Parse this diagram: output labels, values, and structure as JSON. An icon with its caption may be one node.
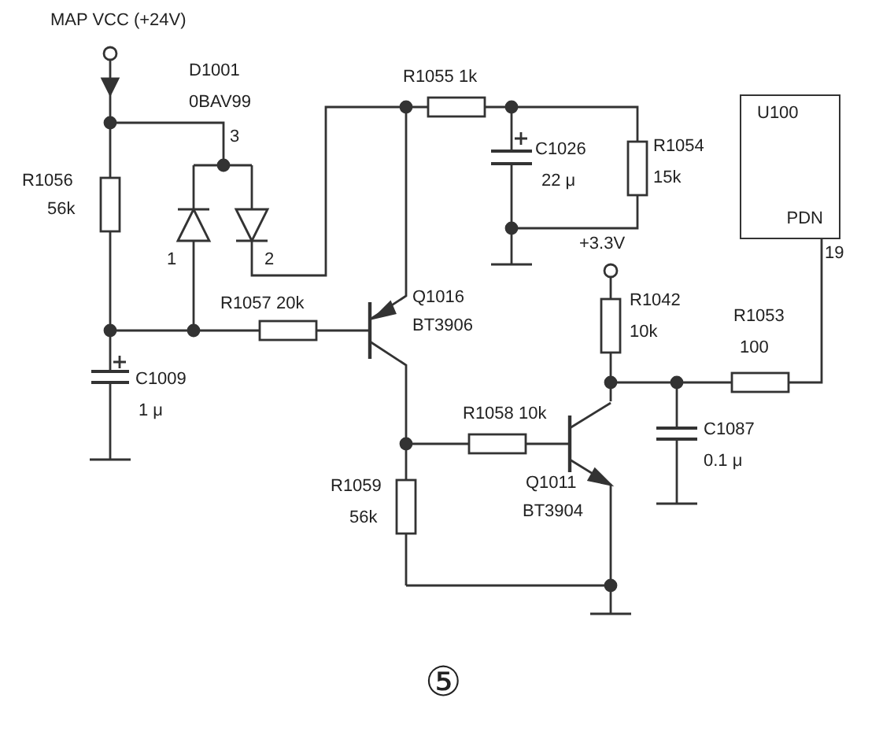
{
  "diagram": {
    "nodes": [
      {
        "text": [
          "U100",
          "PDN"
        ]
      }
    ],
    "labels": [
      "MAP VCC (+24V)",
      "D1001",
      "0BAV99",
      "3",
      "1",
      "2",
      "R1056",
      "56k",
      "R1057 20k",
      "C1009",
      "1 μ",
      "R1055 1k",
      "C1026",
      "22 μ",
      "R1054",
      "15k",
      "Q1016",
      "BT3906",
      "+3.3V",
      "R1042",
      "10k",
      "R1053",
      "100",
      "19",
      "R1058 10k",
      "C1087",
      "0.1 μ",
      "R1059",
      "56k",
      "Q1011",
      "BT3904",
      "⑤"
    ]
  }
}
